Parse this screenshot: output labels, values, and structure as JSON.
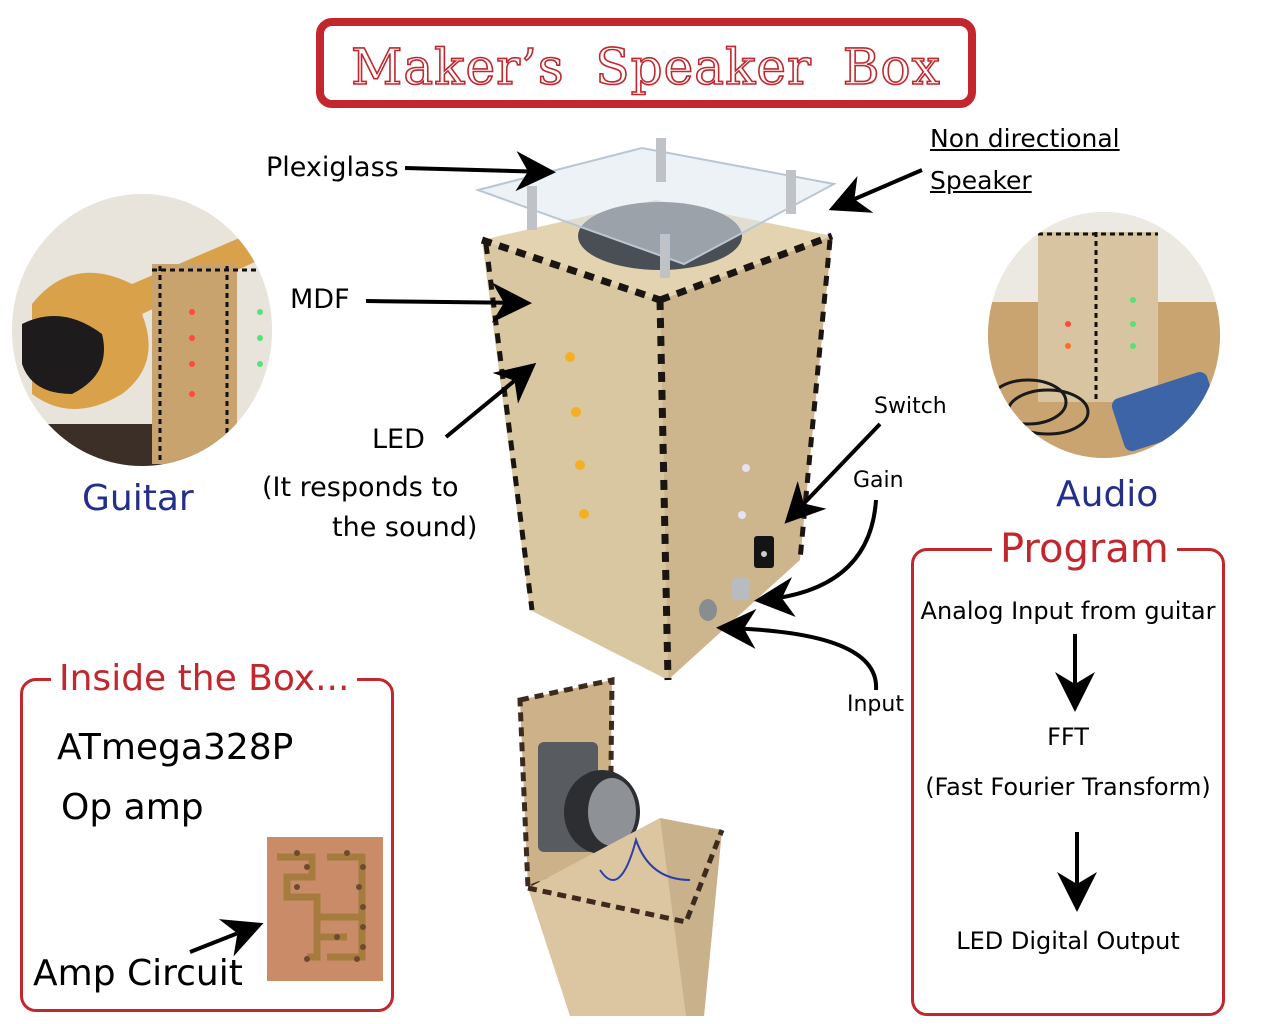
{
  "title": "Maker’s Speaker Box",
  "annotations": {
    "plexiglass": "Plexiglass",
    "non_directional_line1": "Non directional",
    "non_directional_line2": "Speaker",
    "mdf": "MDF",
    "led": "LED",
    "led_note_line1": "(It responds to",
    "led_note_line2": "the sound)",
    "switch": "Switch",
    "gain": "Gain",
    "input": "Input"
  },
  "photos": {
    "guitar_caption": "Guitar",
    "audio_caption": "Audio"
  },
  "inside_box": {
    "heading": "Inside the Box...",
    "items": [
      "ATmega328P",
      "Op amp"
    ],
    "circuit_label": "Amp Circuit"
  },
  "program": {
    "heading": "Program",
    "steps": [
      "Analog Input from guitar",
      "FFT",
      "(Fast Fourier Transform)",
      "LED Digital Output"
    ]
  },
  "colors": {
    "accent_red": "#c1272d",
    "caption_blue": "#232f8c",
    "mdf": "#d8c49c",
    "led_orange": "#f2b125",
    "led_red": "#ff4a3a",
    "led_green": "#58e07a"
  }
}
